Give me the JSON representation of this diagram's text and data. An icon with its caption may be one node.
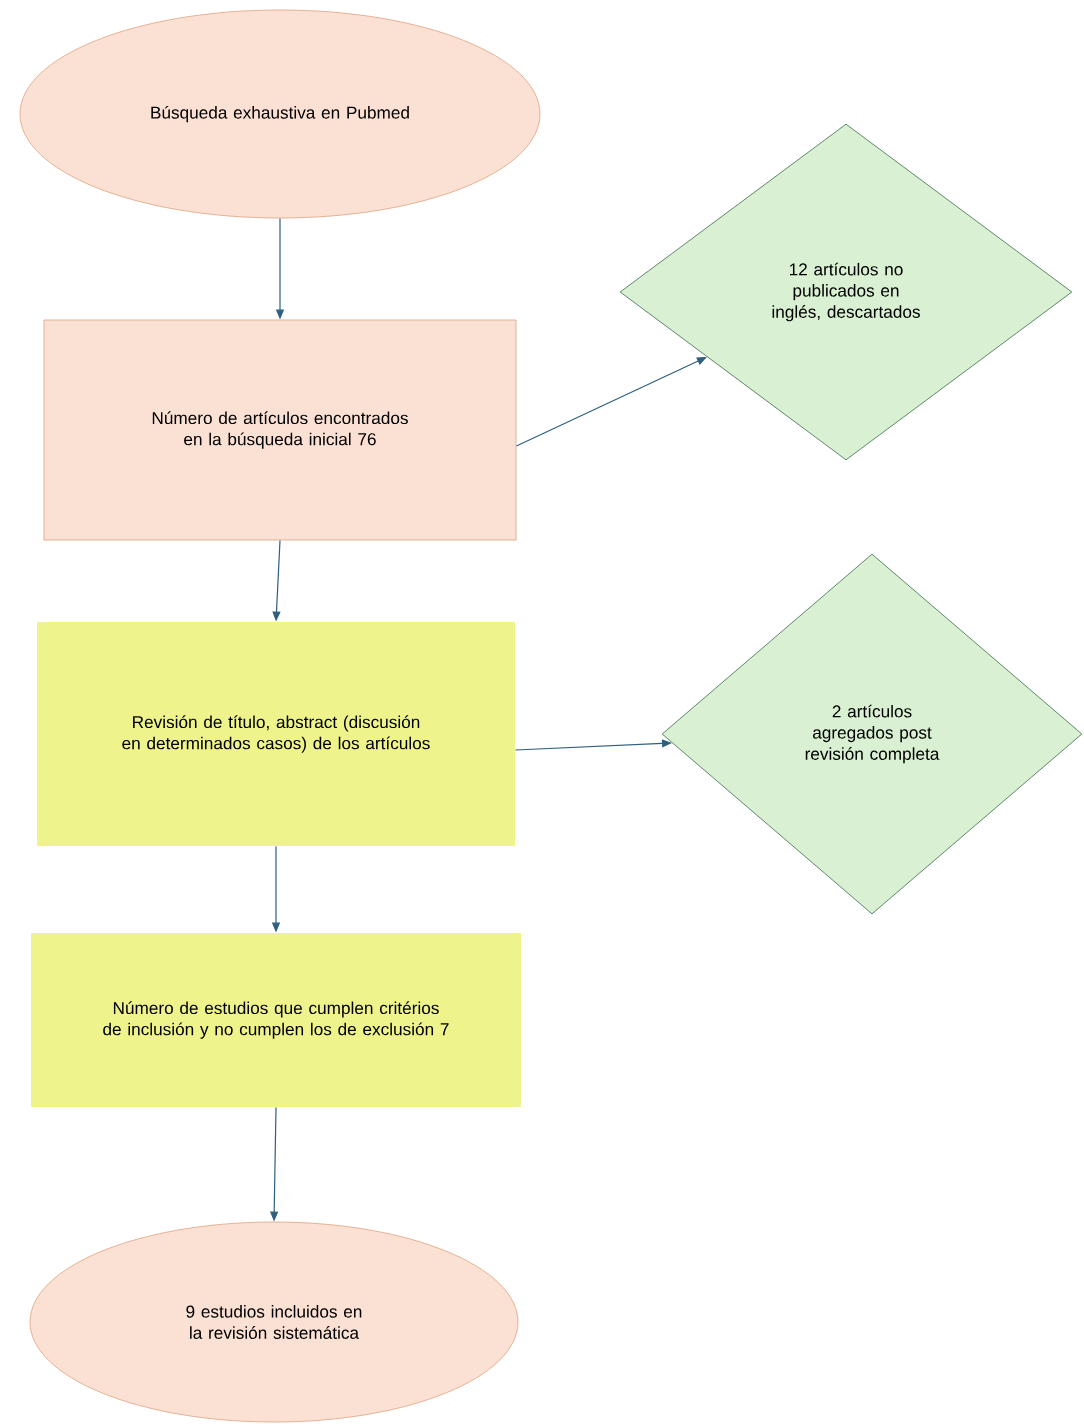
{
  "diagram": {
    "nodes": [
      {
        "text": [
          "Búsqueda exhaustiva en Pubmed"
        ]
      },
      {
        "text": [
          "Número de artículos encontrados en la búsqueda inicial 76"
        ]
      },
      {
        "text": [
          "12 artículos no publicados en inglés, descartados"
        ]
      },
      {
        "text": [
          "Revisión de título, abstract (discusión en determinados casos) de los artículos"
        ]
      },
      {
        "text": [
          "2 artículos agregados post revisión completa"
        ]
      },
      {
        "text": [
          "Número de estudios que cumplen critérios de inclusión y no cumplen los de exclusión 7"
        ]
      },
      {
        "text": [
          "9 estudios incluidos en la revisión sistemática"
        ]
      }
    ],
    "edges": [
      {
        "from": 0,
        "to": 1,
        "arrow": "to"
      },
      {
        "from": 1,
        "to": 2,
        "arrow": "to"
      },
      {
        "from": 1,
        "to": 3,
        "arrow": "to"
      },
      {
        "from": 3,
        "to": 4,
        "arrow": "to"
      },
      {
        "from": 3,
        "to": 5,
        "arrow": "to"
      },
      {
        "from": 5,
        "to": 6,
        "arrow": "to"
      }
    ]
  }
}
